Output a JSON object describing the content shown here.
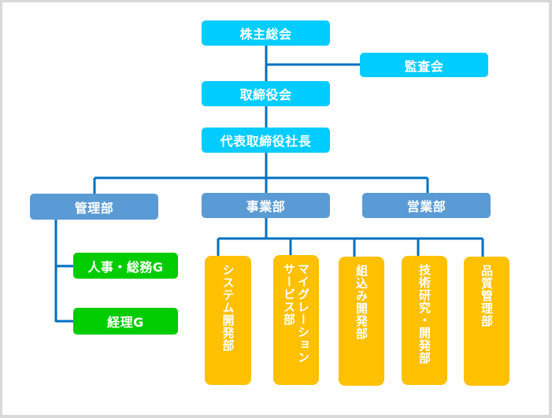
{
  "colors": {
    "top_boxes": "#00ccff",
    "department_boxes": "#5b9bd5",
    "group_boxes": "#00cc00",
    "division_boxes": "#ffc000",
    "connector": "#0070c0",
    "frame": "#d9d9d9"
  },
  "top": {
    "shareholders": "株主総会",
    "audit": "監査会",
    "board": "取締役会",
    "president": "代表取締役社長"
  },
  "departments": {
    "admin": "管理部",
    "business": "事業部",
    "sales": "営業部"
  },
  "admin_groups": [
    "人事・総務G",
    "経理G"
  ],
  "business_divisions": [
    "システム開発部",
    "マイグレーション\nサービス部",
    "組込み開発部",
    "技術研究・開発部",
    "品質管理部"
  ]
}
